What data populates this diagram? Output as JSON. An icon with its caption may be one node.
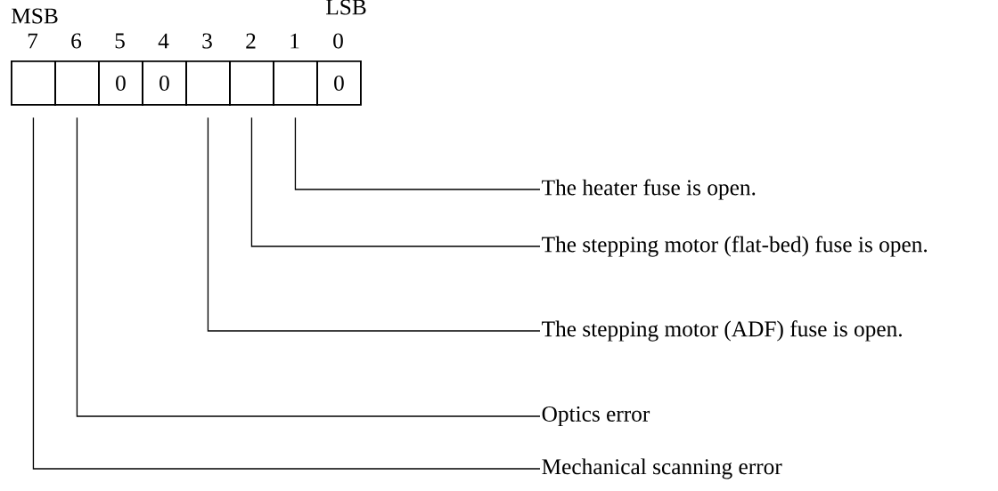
{
  "diagram": {
    "nodes": [
      {
        "text": [],
        "shape": "box"
      },
      {
        "text": [],
        "shape": "box"
      },
      {
        "text": [
          "0"
        ]
      },
      {
        "text": [
          "0"
        ]
      },
      {
        "text": [],
        "shape": "box"
      },
      {
        "text": [],
        "shape": "box"
      },
      {
        "text": [],
        "shape": "box"
      },
      {
        "text": [
          "0"
        ]
      },
      {
        "text": [
          "The heater fuse is open."
        ]
      },
      {
        "text": [
          "The stepping motor (flat-bed) fuse is open."
        ]
      },
      {
        "text": [
          "The stepping motor (ADF) fuse is open."
        ]
      },
      {
        "text": [
          "Optics error"
        ]
      },
      {
        "text": [
          "Mechanical scanning error"
        ]
      }
    ],
    "edges": [
      {
        "from": 8,
        "to": 6,
        "arrow": "none"
      },
      {
        "from": 9,
        "to": 5,
        "arrow": "none"
      },
      {
        "from": 10,
        "to": 4,
        "arrow": "none"
      },
      {
        "from": 11,
        "to": 1,
        "arrow": "none"
      },
      {
        "from": 12,
        "to": 0,
        "arrow": "none"
      }
    ],
    "labels": [
      "MSB",
      "LSB",
      "7",
      "6",
      "5",
      "4",
      "3",
      "2",
      "1",
      "0"
    ]
  }
}
